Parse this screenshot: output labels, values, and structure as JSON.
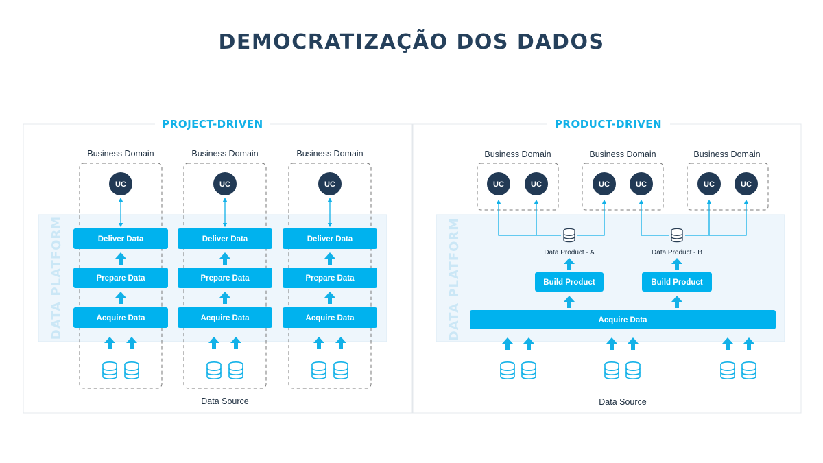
{
  "title": "DEMOCRATIZAÇÃO DOS DADOS",
  "colors": {
    "title": "#25405b",
    "accent": "#12b1e8",
    "stage": "#00b2ee",
    "uc": "#223a55",
    "platform_bg": "#eef6fc",
    "dashed": "#7a7a7a"
  },
  "left": {
    "title": "PROJECT-DRIVEN",
    "platform_label": "DATA PLATFORM",
    "data_source": "Data Source",
    "domains": [
      {
        "label": "Business Domain",
        "uc": "UC",
        "stages": [
          "Deliver Data",
          "Prepare Data",
          "Acquire Data"
        ]
      },
      {
        "label": "Business Domain",
        "uc": "UC",
        "stages": [
          "Deliver Data",
          "Prepare Data",
          "Acquire Data"
        ]
      },
      {
        "label": "Business Domain",
        "uc": "UC",
        "stages": [
          "Deliver Data",
          "Prepare Data",
          "Acquire Data"
        ]
      }
    ]
  },
  "right": {
    "title": "PRODUCT-DRIVEN",
    "platform_label": "DATA PLATFORM",
    "data_source": "Data Source",
    "domains": [
      {
        "label": "Business Domain",
        "ucs": [
          "UC",
          "UC"
        ]
      },
      {
        "label": "Business Domain",
        "ucs": [
          "UC",
          "UC"
        ]
      },
      {
        "label": "Business Domain",
        "ucs": [
          "UC",
          "UC"
        ]
      }
    ],
    "products": [
      {
        "label": "Data Product - A",
        "build": "Build Product"
      },
      {
        "label": "Data Product - B",
        "build": "Build Product"
      }
    ],
    "acquire": "Acquire Data"
  },
  "icons": {
    "uc": "uc-circle",
    "db": "database-icon",
    "arrow": "arrow-up-icon"
  }
}
